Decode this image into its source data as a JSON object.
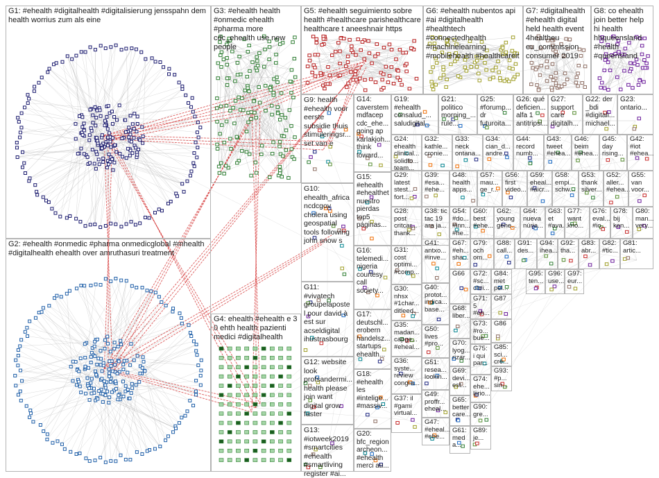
{
  "groups": [
    {
      "id": "G1",
      "label": "G1: #ehealth #digitalhealth #digitalisierung jensspahn dem health worrius zum als eine",
      "color": "#1a1a6e"
    },
    {
      "id": "G2",
      "label": "G2: #ehealth #onmedic #pharma onmedicglobal #mhealth #digitalhealth ehealth over amruthasuri treatment",
      "color": "#1f5fa8"
    },
    {
      "id": "G3",
      "label": "G3: #ehealth health #onmedic ehealth #pharma more cdc_ehealth use new people",
      "color": "#2e7d32"
    },
    {
      "id": "G4",
      "label": "G4: ehealth #ehealth e 3 0 ehth health pazienti medici #digitalhealth",
      "color": "#2e7d32"
    },
    {
      "id": "G5",
      "label": "G5: #ehealth seguimiento sobre health #healthcare parishealthcare healthcare t aneeshnair https",
      "color": "#b71c1c"
    },
    {
      "id": "G6",
      "label": "G6: #ehealth nubentos api #ai #digitalhealth #healthtech #connectedhealth #machinelearning #mobilehealth #healthcareit",
      "color": "#9e9d24"
    },
    {
      "id": "G7",
      "label": "G7: #digitalhealth #ehealth digital held health event 4healtheu eu_commission consumer 2019",
      "color": "#8d6e63"
    },
    {
      "id": "G8",
      "label": "G8: co ehealth join better help hi health hhqueensland #health #queensland",
      "color": "#6a1b9a"
    },
    {
      "id": "G9",
      "label": "G9: health #ehealth voor eerste subsidie thuis stimuleringsr... set van e"
    },
    {
      "id": "G10",
      "label": "G10: ehealth_africa ncdcgov cholera using geospatial tools following john snow s"
    },
    {
      "id": "G11",
      "label": "G11: #vivatech groupelaposte l pour david à est sur acseldigital ihustrasbourg"
    },
    {
      "id": "G12",
      "label": "G12: website look profsandermi... health please join want digital grow faster"
    },
    {
      "id": "G13",
      "label": "G13: #iotweek2019 #smartcities #ehealth #smartliving register #ai..."
    },
    {
      "id": "G14",
      "label": "G14: caverstem mdfacep cdc_ehe... going ap karlakjoh... think toward..."
    },
    {
      "id": "G15",
      "label": "G15: #ehealth #ehealthet nuestro pierdas top5 páginas..."
    },
    {
      "id": "G16",
      "label": "G16: telemedi... nigeria courtesy call society..."
    },
    {
      "id": "G17",
      "label": "G17: deutschl... erobern handelsz... startups ehealth..."
    },
    {
      "id": "G18",
      "label": "G18: #ehealth les #intelige... #massiv..."
    },
    {
      "id": "G19",
      "label": "G19: #ehealth consalud_... saludigital..."
    },
    {
      "id": "G20",
      "label": "G20: bfc_region archeon... #ehealth merci au..."
    },
    {
      "id": "G21",
      "label": "G21: politico morning_... rule..."
    },
    {
      "id": "G22",
      "label": "G22: der _bdi #digitali... michael..."
    },
    {
      "id": "G23",
      "label": "G23: ontario..."
    },
    {
      "id": "G24",
      "label": "G24: ehealth clinical... solidfo... team..."
    },
    {
      "id": "G25",
      "label": "G25: #forump... dr futuroita..."
    },
    {
      "id": "G26",
      "label": "G26: qué deficien... alfa 1 antitripsi..."
    },
    {
      "id": "G27",
      "label": "G27: support care digitalh..."
    },
    {
      "id": "G28",
      "label": "G28: post critcar... thank..."
    },
    {
      "id": "G29",
      "label": "G29: latest stest... fort..."
    },
    {
      "id": "G30",
      "label": "G30: nhsx #1char... ditleed..."
    },
    {
      "id": "G31",
      "label": "G31: cost optimi... #comp..."
    },
    {
      "id": "G32",
      "label": "G32: kathle... cronie..."
    },
    {
      "id": "G33",
      "label": "G33: neck ontana..."
    },
    {
      "id": "G34",
      "label": "G34: cian_d... andre..."
    },
    {
      "id": "G35",
      "label": "G35: madan... capge... #eheal..."
    },
    {
      "id": "G36",
      "label": "G36: syste... review congra..."
    },
    {
      "id": "G37",
      "label": "G37: il #gami virtual..."
    },
    {
      "id": "G38",
      "label": "G38: tic tac 19 ara ja..."
    },
    {
      "id": "G39",
      "label": "G39: #esa... #ehe..."
    },
    {
      "id": "G40",
      "label": "G40: protot... indica... base..."
    },
    {
      "id": "G41",
      "label": "G41: antxo... #inve..."
    },
    {
      "id": "G42",
      "label": "G42: #iot #ehea..."
    },
    {
      "id": "G43",
      "label": "G43: tweet #ehea..."
    },
    {
      "id": "G44",
      "label": "G44: record numb..."
    },
    {
      "id": "G45",
      "label": "G45: day rising..."
    },
    {
      "id": "G46",
      "label": "G46: beim #ehea..."
    },
    {
      "id": "G47",
      "label": "G47: #eheal... #ehe..."
    },
    {
      "id": "G48",
      "label": "G48: health apps..."
    },
    {
      "id": "G49",
      "label": "G49: proffr... eheal..."
    },
    {
      "id": "G50",
      "label": "G50: lives #pro..."
    },
    {
      "id": "G51",
      "label": "G51: resea... lookin..."
    },
    {
      "id": "G52",
      "label": "G52: aller... #ehea..."
    },
    {
      "id": "G53",
      "label": "G53: thank silver..."
    },
    {
      "id": "G54",
      "label": "G54: #do... #inn... #he..."
    },
    {
      "id": "G55",
      "label": "G55: van voor..."
    },
    {
      "id": "G56",
      "label": "G56: first video..."
    },
    {
      "id": "G57",
      "label": "G57: mau... ge_r..."
    },
    {
      "id": "G58",
      "label": "G58: empi... schw..."
    },
    {
      "id": "G59",
      "label": "G59: eheal... #aicr..."
    },
    {
      "id": "G60",
      "label": "G60: best #ehe..."
    },
    {
      "id": "G61",
      "label": "G61: med a..."
    },
    {
      "id": "G62",
      "label": "G62: young gene..."
    },
    {
      "id": "G63",
      "label": "G63: et #ava..."
    },
    {
      "id": "G64",
      "label": "G64: nueva núria..."
    },
    {
      "id": "G65",
      "label": "G65: better care..."
    },
    {
      "id": "G66",
      "label": "G66"
    },
    {
      "id": "G67",
      "label": "G67: #eh... sha..."
    },
    {
      "id": "G68",
      "label": "G68: liber..."
    },
    {
      "id": "G69",
      "label": "G69: devi... est..."
    },
    {
      "id": "G70",
      "label": "G70: lyog... rizar..."
    },
    {
      "id": "G71",
      "label": "G71: 5 #eh..."
    },
    {
      "id": "G72",
      "label": "G72: #sc... chri..."
    },
    {
      "id": "G73",
      "label": "G73: #ro... bue..."
    },
    {
      "id": "G74",
      "label": "G74: ehe... liirio..."
    },
    {
      "id": "G75",
      "label": "G75: i qui par..."
    },
    {
      "id": "G76",
      "label": "G76: eval... #io..."
    },
    {
      "id": "G77",
      "label": "G77: want kno..."
    },
    {
      "id": "G78",
      "label": "G78: bij ken..."
    },
    {
      "id": "G79",
      "label": "G79: och om..."
    },
    {
      "id": "G80",
      "label": "G80: man... very..."
    },
    {
      "id": "G81",
      "label": "G81: artic..."
    },
    {
      "id": "G82",
      "label": "G82: #tic..."
    },
    {
      "id": "G83",
      "label": "G83: abr..."
    },
    {
      "id": "G84",
      "label": "G84: met pel..."
    },
    {
      "id": "G85",
      "label": "G85: sci... cre..."
    },
    {
      "id": "G86",
      "label": "G86"
    },
    {
      "id": "G87",
      "label": "G87"
    },
    {
      "id": "G88",
      "label": "G88: call..."
    },
    {
      "id": "G89",
      "label": "G89: je..."
    },
    {
      "id": "G90",
      "label": "G90: gre..."
    },
    {
      "id": "G91",
      "label": "G91: des..."
    },
    {
      "id": "G92",
      "label": "G92: tha..."
    },
    {
      "id": "G93",
      "label": "G93: #p... sin..."
    },
    {
      "id": "G94",
      "label": "G94: ihea..."
    },
    {
      "id": "G95",
      "label": "G95: ten..."
    },
    {
      "id": "G96",
      "label": "G96: use..."
    },
    {
      "id": "G97",
      "label": "G97: eur..."
    },
    {
      "id": "G1x",
      "label": "G1..."
    }
  ]
}
